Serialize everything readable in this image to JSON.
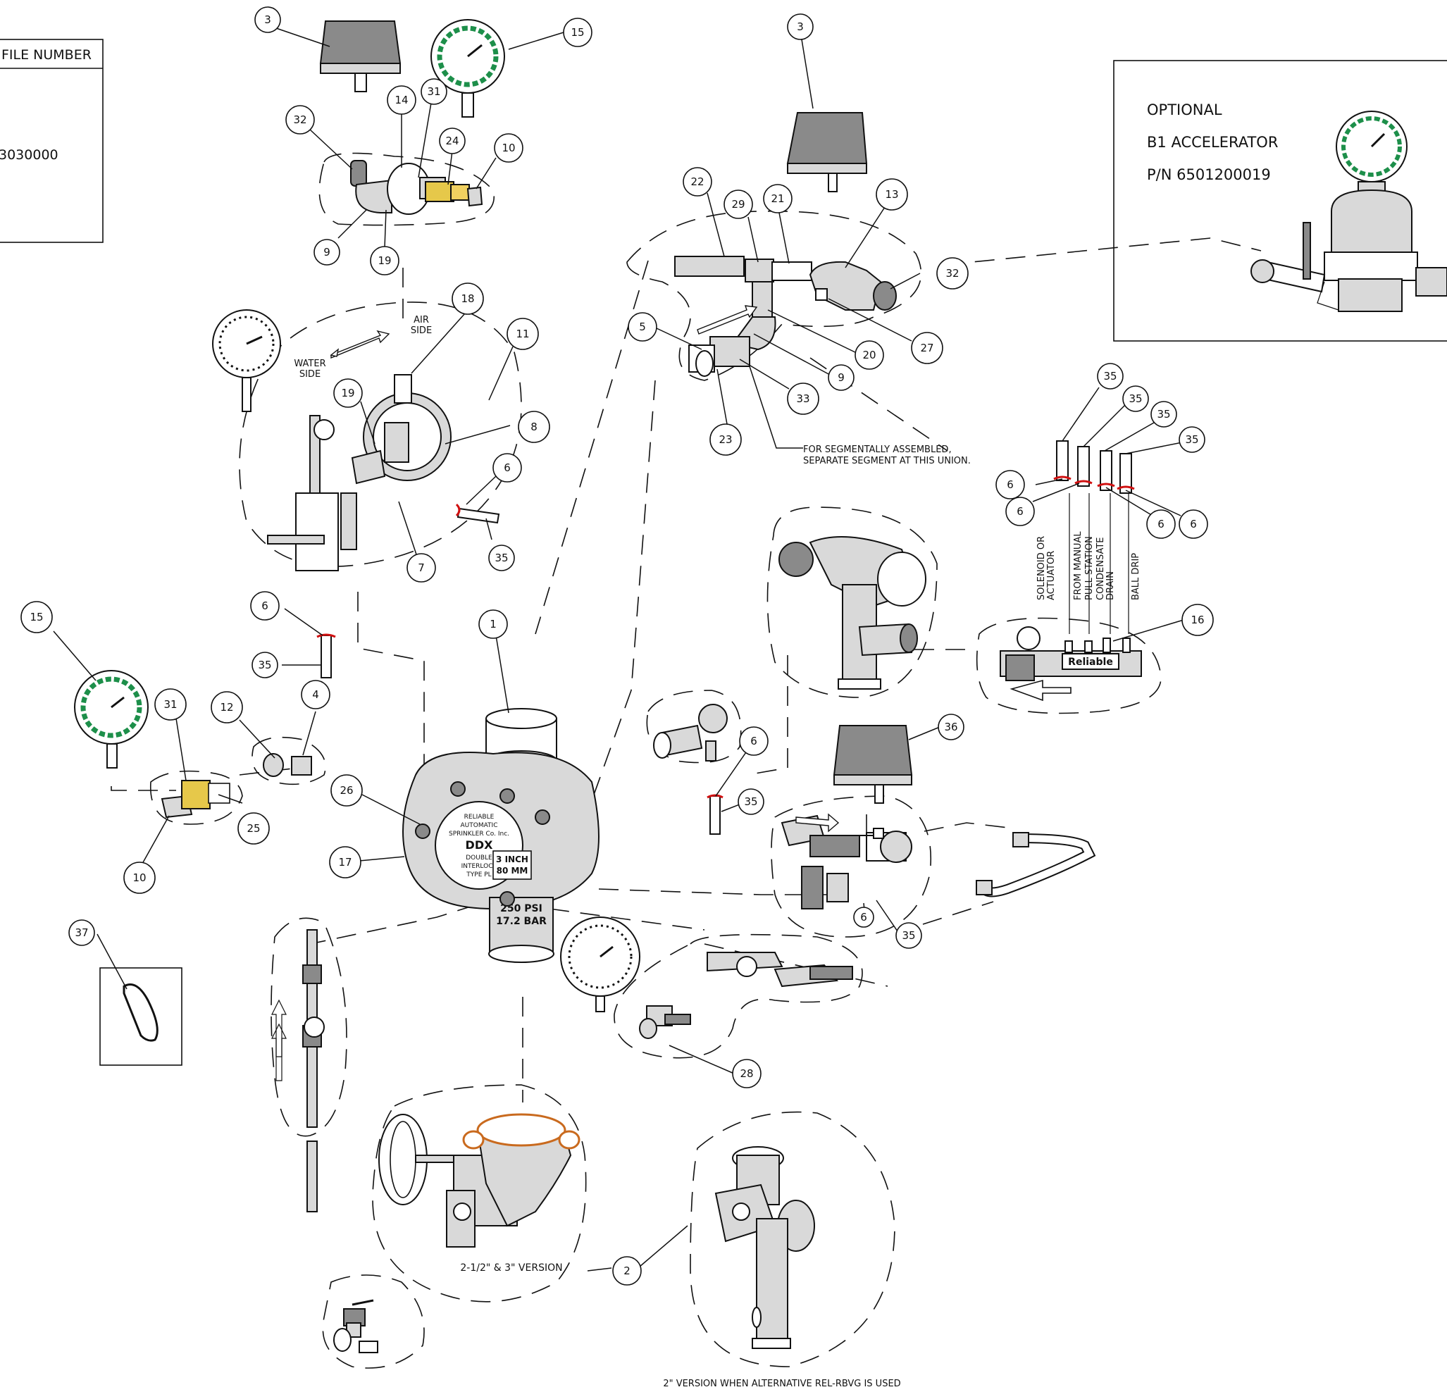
{
  "title_block": {
    "header": "FILE NUMBER",
    "value": "3030000"
  },
  "optional_box": {
    "line1": "OPTIONAL",
    "line2": "B1 ACCELERATOR",
    "line3": "P/N 6501200019"
  },
  "flow_labels": {
    "water_side": [
      "WATER",
      "SIDE"
    ],
    "air_side": [
      "AIR",
      "SIDE"
    ]
  },
  "notes": {
    "segment_note_1": "FOR SEGMENTALLY ASSEMBLED,",
    "segment_note_2": "SEPARATE SEGMENT AT THIS UNION.",
    "version_3in": "2-1/2\" & 3\" VERSION",
    "version_2in": "2\" VERSION WHEN ALTERNATIVE REL-RBVG IS USED"
  },
  "manifold_labels": {
    "solenoid": [
      "SOLENOID OR",
      "ACTUATOR"
    ],
    "manual": [
      "FROM MANUAL",
      "PULL STATION"
    ],
    "condensate": [
      "CONDENSATE",
      "DRAIN"
    ],
    "ball_drip": "BALL DRIP"
  },
  "valve_markings": {
    "badge": [
      "RELIABLE",
      "AUTOMATIC",
      "SPRINKLER Co. Inc.",
      "DDX",
      "DOUBLE",
      "INTERLOCK",
      "TYPE PL"
    ],
    "size": [
      "3 INCH",
      "80 MM"
    ],
    "pressure": [
      "250 PSI",
      "17.2 BAR"
    ],
    "brand": "Reliable"
  },
  "balloons": [
    {
      "id": "b3a",
      "text": "3"
    },
    {
      "id": "b15a",
      "text": "15"
    },
    {
      "id": "b32a",
      "text": "32"
    },
    {
      "id": "b14",
      "text": "14"
    },
    {
      "id": "b31a",
      "text": "31"
    },
    {
      "id": "b24",
      "text": "24"
    },
    {
      "id": "b10a",
      "text": "10"
    },
    {
      "id": "b9a",
      "text": "9"
    },
    {
      "id": "b19a",
      "text": "19"
    },
    {
      "id": "b3b",
      "text": "3"
    },
    {
      "id": "b22",
      "text": "22"
    },
    {
      "id": "b29",
      "text": "29"
    },
    {
      "id": "b21",
      "text": "21"
    },
    {
      "id": "b13",
      "text": "13"
    },
    {
      "id": "b32b",
      "text": "32"
    },
    {
      "id": "b5",
      "text": "5"
    },
    {
      "id": "b20",
      "text": "20"
    },
    {
      "id": "b27",
      "text": "27"
    },
    {
      "id": "b9b",
      "text": "9"
    },
    {
      "id": "b33",
      "text": "33"
    },
    {
      "id": "b23",
      "text": "23"
    },
    {
      "id": "b18",
      "text": "18"
    },
    {
      "id": "b11",
      "text": "11"
    },
    {
      "id": "b19b",
      "text": "19"
    },
    {
      "id": "b8",
      "text": "8"
    },
    {
      "id": "b6a",
      "text": "6"
    },
    {
      "id": "b7",
      "text": "7"
    },
    {
      "id": "b35a",
      "text": "35"
    },
    {
      "id": "b6b",
      "text": "6"
    },
    {
      "id": "b35b",
      "text": "35"
    },
    {
      "id": "b35c",
      "text": "35"
    },
    {
      "id": "b35d",
      "text": "35"
    },
    {
      "id": "b35e",
      "text": "35"
    },
    {
      "id": "b35f",
      "text": "35"
    },
    {
      "id": "b6c",
      "text": "6"
    },
    {
      "id": "b6d",
      "text": "6"
    },
    {
      "id": "b6e",
      "text": "6"
    },
    {
      "id": "b6f",
      "text": "6"
    },
    {
      "id": "b16",
      "text": "16"
    },
    {
      "id": "b15b",
      "text": "15"
    },
    {
      "id": "b31b",
      "text": "31"
    },
    {
      "id": "b12",
      "text": "12"
    },
    {
      "id": "b4",
      "text": "4"
    },
    {
      "id": "b1",
      "text": "1"
    },
    {
      "id": "b26",
      "text": "26"
    },
    {
      "id": "b25",
      "text": "25"
    },
    {
      "id": "b10b",
      "text": "10"
    },
    {
      "id": "b17",
      "text": "17"
    },
    {
      "id": "b6g",
      "text": "6"
    },
    {
      "id": "b35g",
      "text": "35"
    },
    {
      "id": "b36",
      "text": "36"
    },
    {
      "id": "b6h",
      "text": "6"
    },
    {
      "id": "b35h",
      "text": "35"
    },
    {
      "id": "b37",
      "text": "37"
    },
    {
      "id": "b28",
      "text": "28"
    },
    {
      "id": "b2",
      "text": "2"
    }
  ]
}
